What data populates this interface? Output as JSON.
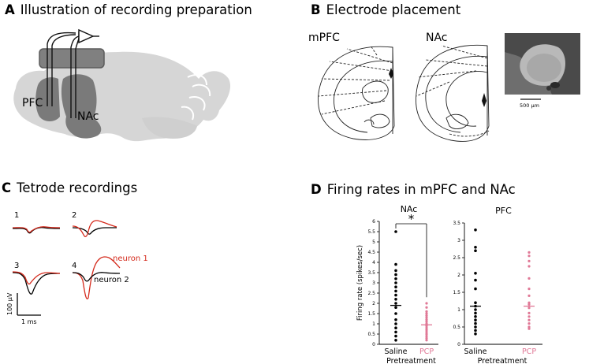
{
  "panels": {
    "a": {
      "letter": "A",
      "title": "Illustration of recording preparation",
      "labels": {
        "pfc": "PFC",
        "nac": "NAc"
      }
    },
    "b": {
      "letter": "B",
      "title": "Electrode placement",
      "labels": {
        "mpfc": "mPFC",
        "nac": "NAc",
        "scalebar": "500 μm"
      }
    },
    "c": {
      "letter": "C",
      "title": "Tetrode recordings",
      "channels": [
        "1",
        "2",
        "3",
        "4"
      ],
      "neuron1": "neuron 1",
      "neuron2": "neuron 2",
      "scale_v": "100 μV",
      "scale_t": "1 ms"
    },
    "d": {
      "letter": "D",
      "title": "Firing rates in mPFC and NAc"
    }
  },
  "colors": {
    "saline": "#000000",
    "pcp": "#e07896",
    "neuron1": "#d42a1c",
    "neuron2": "#000000",
    "brain_light": "#d6d6d6",
    "brain_dark": "#7a7a7a",
    "headstage": "#808080"
  },
  "chart_data": [
    {
      "type": "scatter",
      "title": "NAc",
      "ylabel": "Firing rate (spikes/sec)",
      "xlabel": "Pretreatment",
      "categories": [
        "Saline",
        "PCP"
      ],
      "ylim": [
        0,
        6
      ],
      "yticks": [
        0,
        0.5,
        1,
        1.5,
        2,
        2.5,
        3,
        3.5,
        4,
        4.5,
        5,
        5.5,
        6
      ],
      "annotation": "*",
      "series": [
        {
          "name": "Saline",
          "mean": 1.9,
          "values": [
            5.5,
            3.9,
            3.6,
            3.4,
            3.2,
            3.0,
            2.8,
            2.6,
            2.4,
            2.2,
            2.0,
            1.8,
            1.5,
            1.2,
            1.0,
            0.8,
            0.6,
            0.4,
            0.2
          ]
        },
        {
          "name": "PCP",
          "mean": 0.95,
          "values": [
            2.0,
            1.8,
            1.6,
            1.5,
            1.4,
            1.3,
            1.2,
            1.1,
            1.0,
            0.9,
            0.8,
            0.7,
            0.6,
            0.5,
            0.4,
            0.3,
            0.2
          ]
        }
      ]
    },
    {
      "type": "scatter",
      "title": "PFC",
      "xlabel": "Pretreatment",
      "categories": [
        "Saline",
        "PCP"
      ],
      "ylim": [
        0,
        3.5
      ],
      "yticks": [
        0,
        0.5,
        1,
        1.5,
        2,
        2.5,
        3,
        3.5
      ],
      "series": [
        {
          "name": "Saline",
          "mean": 1.1,
          "values": [
            3.3,
            2.8,
            2.7,
            2.05,
            1.85,
            1.6,
            1.2,
            1.1,
            1.0,
            0.9,
            0.8,
            0.7,
            0.6,
            0.5,
            0.4,
            0.3
          ]
        },
        {
          "name": "PCP",
          "mean": 1.1,
          "values": [
            2.65,
            2.55,
            2.4,
            2.25,
            1.9,
            1.6,
            1.4,
            1.2,
            1.15,
            1.05,
            0.9,
            0.8,
            0.7,
            0.6,
            0.5,
            0.45
          ]
        }
      ]
    }
  ]
}
